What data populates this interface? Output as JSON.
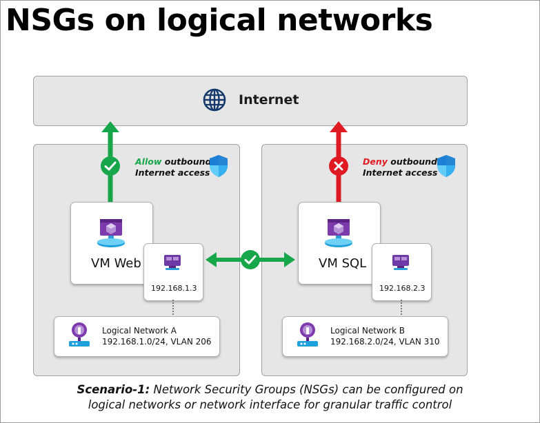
{
  "title": "NSGs on logical networks",
  "internet": {
    "label": "Internet"
  },
  "left": {
    "policy_word": "Allow",
    "policy_rest": " outbound",
    "policy_line2": "Internet access",
    "vm_label": "VM Web",
    "nic_ip": "192.168.1.3",
    "network_name": "Logical Network A",
    "network_detail": "192.168.1.0/24,   VLAN 206"
  },
  "right": {
    "policy_word": "Deny",
    "policy_rest": " outbound",
    "policy_line2": "Internet access",
    "vm_label": "VM SQL",
    "nic_ip": "192.168.2.3",
    "network_name": "Logical Network B",
    "network_detail": "192.168.2.0/24,   VLAN 310"
  },
  "caption": {
    "lead": "Scenario-1:",
    "line1_rest": " Network Security Groups (NSGs) can be configured on",
    "line2": "logical networks or network interface for granular traffic control"
  },
  "colors": {
    "allow": "#17a74a",
    "deny": "#e01a22",
    "box": "#e6e6e6",
    "accent": "#1f5aa8"
  }
}
